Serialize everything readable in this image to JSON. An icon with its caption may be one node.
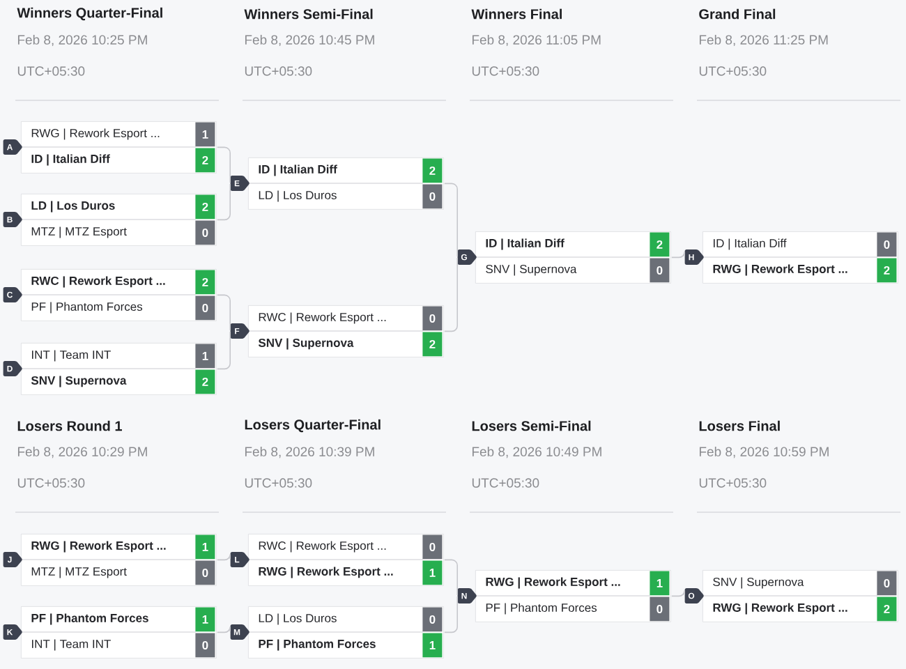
{
  "diagram": {
    "nodes": [
      {
        "text": [
          "RWG | Rework Esport ...",
          "1",
          "ID | Italian Diff",
          "2"
        ]
      },
      {
        "text": [
          "A"
        ]
      },
      {
        "text": [
          "LD | Los Duros",
          "2",
          "MTZ | MTZ Esport",
          "0"
        ]
      },
      {
        "text": [
          "B"
        ]
      },
      {
        "text": [
          "RWC | Rework Esport ...",
          "2",
          "PF | Phantom Forces",
          "0"
        ]
      },
      {
        "text": [
          "C"
        ]
      },
      {
        "text": [
          "INT | Team INT",
          "1",
          "SNV | Supernova",
          "2"
        ]
      },
      {
        "text": [
          "D"
        ]
      },
      {
        "text": [
          "ID | Italian Diff",
          "2",
          "LD | Los Duros",
          "0"
        ]
      },
      {
        "text": [
          "E"
        ]
      },
      {
        "text": [
          "RWC | Rework Esport ...",
          "0",
          "SNV | Supernova",
          "2"
        ]
      },
      {
        "text": [
          "F"
        ]
      },
      {
        "text": [
          "ID | Italian Diff",
          "2",
          "SNV | Supernova",
          "0"
        ]
      },
      {
        "text": [
          "G"
        ]
      },
      {
        "text": [
          "ID | Italian Diff",
          "0",
          "RWG | Rework Esport ...",
          "2"
        ]
      },
      {
        "text": [
          "H"
        ]
      },
      {
        "text": [
          "RWG | Rework Esport ...",
          "1",
          "MTZ | MTZ Esport",
          "0"
        ]
      },
      {
        "text": [
          "J"
        ]
      },
      {
        "text": [
          "PF | Phantom Forces",
          "1",
          "INT | Team INT",
          "0"
        ]
      },
      {
        "text": [
          "K"
        ]
      },
      {
        "text": [
          "RWC | Rework Esport ...",
          "0",
          "RWG | Rework Esport ...",
          "1"
        ]
      },
      {
        "text": [
          "L"
        ]
      },
      {
        "text": [
          "LD | Los Duros",
          "0",
          "PF | Phantom Forces",
          "1"
        ]
      },
      {
        "text": [
          "M"
        ]
      },
      {
        "text": [
          "RWG | Rework Esport ...",
          "1",
          "PF | Phantom Forces",
          "0"
        ]
      },
      {
        "text": [
          "N"
        ]
      },
      {
        "text": [
          "SNV | Supernova",
          "0",
          "RWG | Rework Esport ...",
          "2"
        ]
      },
      {
        "text": [
          "O"
        ]
      }
    ],
    "edges": [
      {
        "from": 0,
        "to": 9,
        "arrow": "none"
      },
      {
        "from": 2,
        "to": 9,
        "arrow": "none"
      },
      {
        "from": 4,
        "to": 11,
        "arrow": "none"
      },
      {
        "from": 6,
        "to": 11,
        "arrow": "none"
      },
      {
        "from": 8,
        "to": 13,
        "arrow": "none"
      },
      {
        "from": 10,
        "to": 13,
        "arrow": "none"
      },
      {
        "from": 12,
        "to": 15,
        "arrow": "none"
      },
      {
        "from": 16,
        "to": 21,
        "arrow": "none"
      },
      {
        "from": 18,
        "to": 23,
        "arrow": "none"
      },
      {
        "from": 20,
        "to": 25,
        "arrow": "none"
      },
      {
        "from": 22,
        "to": 25,
        "arrow": "none"
      },
      {
        "from": 24,
        "to": 27,
        "arrow": "none"
      }
    ],
    "labels": [
      "Winners Quarter-Final",
      "Feb 8, 2026 10:25 PM",
      "UTC+05:30",
      "Winners Semi-Final",
      "Feb 8, 2026 10:45 PM",
      "UTC+05:30",
      "Winners Final",
      "Feb 8, 2026 11:05 PM",
      "UTC+05:30",
      "Grand Final",
      "Feb 8, 2026 11:25 PM",
      "UTC+05:30",
      "Losers Round 1",
      "Feb 8, 2026 10:29 PM",
      "UTC+05:30",
      "Losers Quarter-Final",
      "Feb 8, 2026 10:39 PM",
      "UTC+05:30",
      "Losers Semi-Final",
      "Feb 8, 2026 10:49 PM",
      "UTC+05:30",
      "Losers Final",
      "Feb 8, 2026 10:59 PM",
      "UTC+05:30"
    ]
  }
}
